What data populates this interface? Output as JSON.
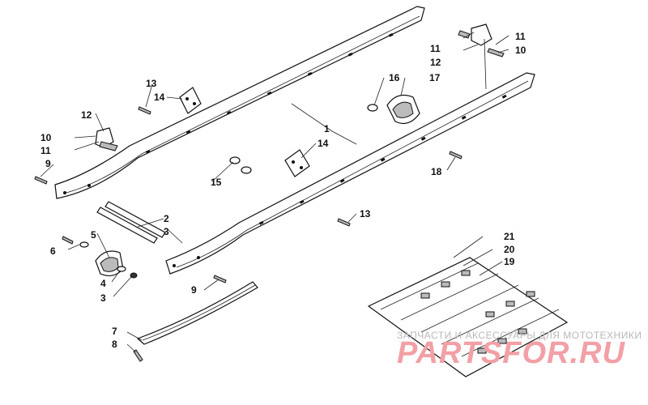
{
  "callouts": {
    "c1": "1",
    "c2": "2",
    "c3a": "3",
    "c3b": "3",
    "c4": "4",
    "c5": "5",
    "c6": "6",
    "c7": "7",
    "c8": "8",
    "c9a": "9",
    "c9b": "9",
    "c10a": "10",
    "c10b": "10",
    "c11a": "11",
    "c11b": "11",
    "c11c": "11",
    "c12a": "12",
    "c12b": "12",
    "c13a": "13",
    "c13b": "13",
    "c14a": "14",
    "c14b": "14",
    "c15": "15",
    "c16": "16",
    "c17": "17",
    "c18": "18",
    "c19": "19",
    "c20": "20",
    "c21": "21"
  },
  "watermark": {
    "caption": "ЗАПЧАСТИ И АКСЕССУАРЫ ДЛЯ МОТОТЕХНИКИ",
    "brand": "PARTSFOR.RU"
  },
  "colors": {
    "line": "#111111",
    "watermark_caption": "#b9b9b9",
    "watermark_brand": "#f2a0a6"
  }
}
